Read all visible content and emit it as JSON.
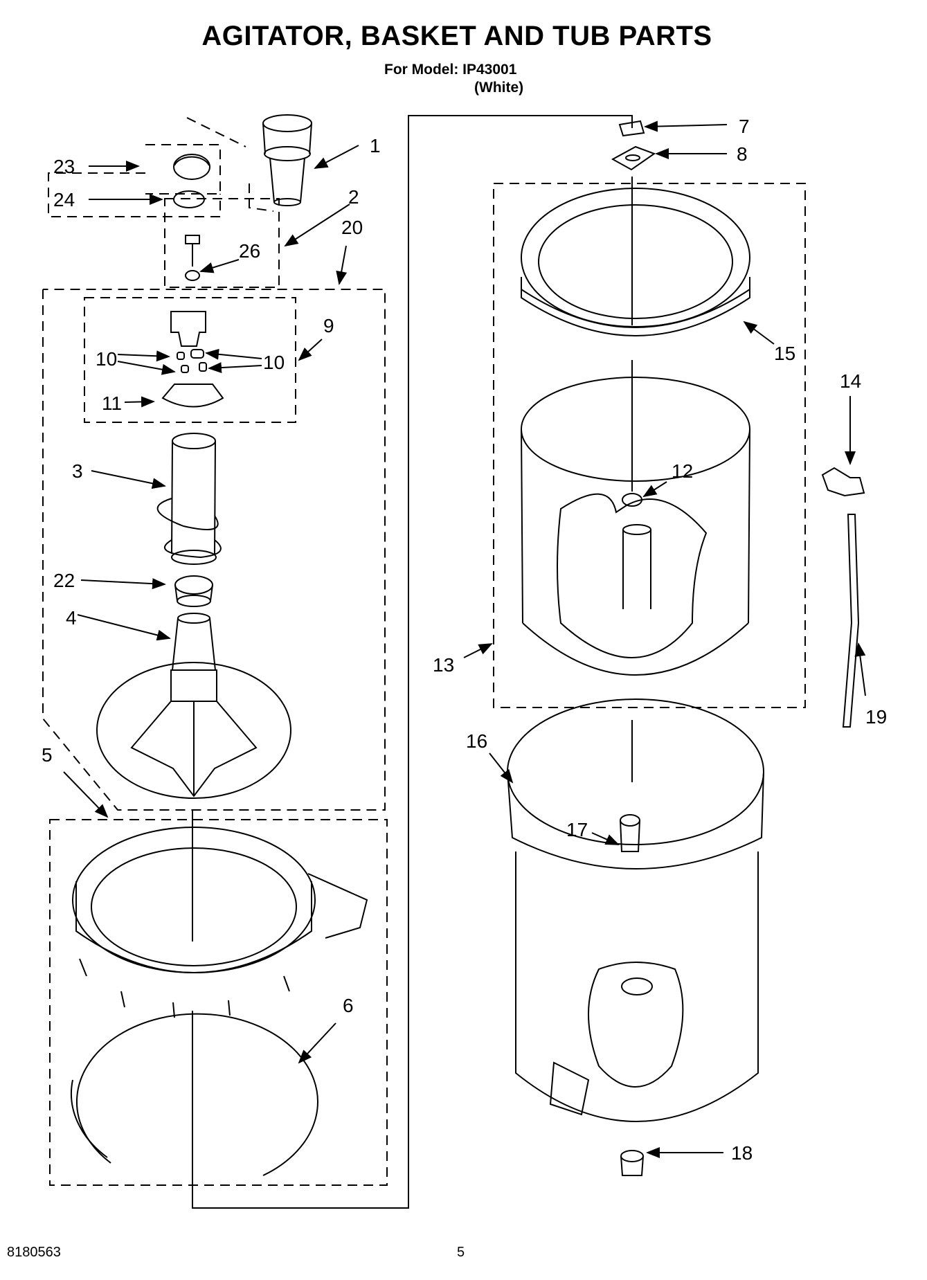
{
  "header": {
    "title": "AGITATOR, BASKET AND TUB PARTS",
    "model_line": "For Model: IP43001",
    "color_line": "(White)"
  },
  "footer": {
    "doc_number": "8180563",
    "page_number": "5"
  },
  "callouts": [
    "1",
    "2",
    "3",
    "4",
    "5",
    "6",
    "7",
    "8",
    "9",
    "10",
    "10",
    "11",
    "12",
    "13",
    "14",
    "15",
    "16",
    "17",
    "18",
    "19",
    "20",
    "22",
    "23",
    "24",
    "26"
  ]
}
